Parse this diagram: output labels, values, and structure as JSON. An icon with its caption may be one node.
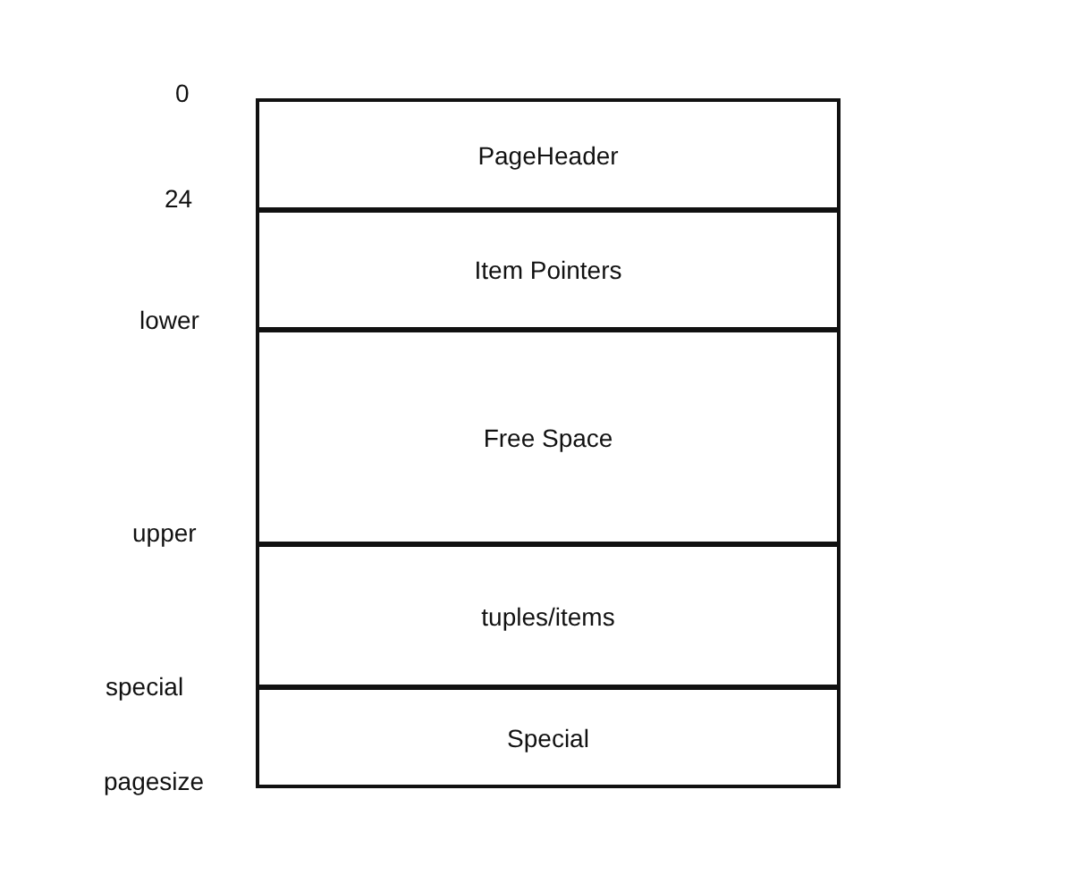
{
  "diagram": {
    "nodes": [
      {
        "text": [
          "PageHeader"
        ]
      },
      {
        "text": [
          "Item Pointers"
        ]
      },
      {
        "text": [
          "Free Space"
        ]
      },
      {
        "text": [
          "tuples/items"
        ]
      },
      {
        "text": [
          "Special"
        ]
      }
    ],
    "labels": [
      "0",
      "24",
      "lower",
      "upper",
      "special",
      "pagesize"
    ]
  }
}
